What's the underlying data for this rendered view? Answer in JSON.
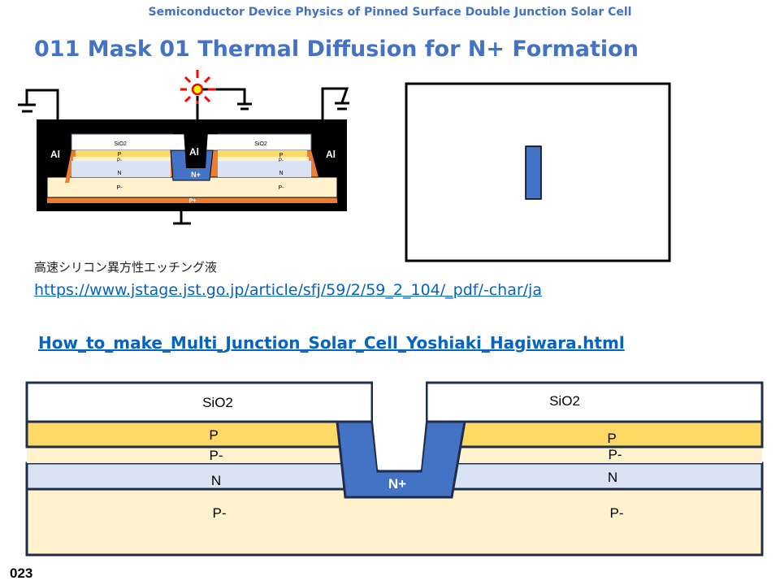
{
  "header": {
    "subtitle": "Semiconductor Device Physics of Pinned Surface Double Junction Solar Cell",
    "title": "011  Mask 01 Thermal Diffusion for N+ Formation"
  },
  "device_diagram": {
    "sio2_left": "SiO2",
    "sio2_right": "SiO2",
    "al_left": "Al",
    "al_center": "Al",
    "al_right": "Al",
    "p_left": "P",
    "p_right": "P",
    "pminus_left": "P-",
    "pminus_right": "P-",
    "n_left": "N",
    "n_right": "N",
    "nplus": "N+",
    "pminus_bottom_left": "P-",
    "pminus_bottom_right": "P-",
    "pplus": "P+"
  },
  "mask": {
    "fill_color": "#4472c4"
  },
  "references": {
    "japanese_note": "高速シリコン異方性エッチング液",
    "link_jstage": "https://www.jstage.jst.go.jp/article/sfj/59/2/59_2_104/_pdf/-char/ja",
    "link_howto": "How_to_make_Multi_Junction_Solar_Cell_Yoshiaki_Hagiwara.html"
  },
  "cross_section": {
    "sio2_left": "SiO2",
    "sio2_right": "SiO2",
    "p_left": "P",
    "p_right": "P",
    "pminus_left": "P-",
    "pminus_right": "P-",
    "n_left": "N",
    "n_right": "N",
    "nplus": "N+",
    "pminus_bottom_left": "P-",
    "pminus_bottom_right": "P-"
  },
  "footer": {
    "page_number": "023"
  }
}
